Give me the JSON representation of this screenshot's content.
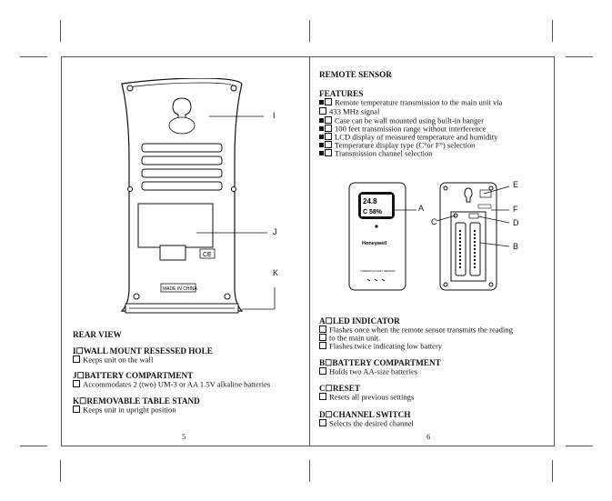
{
  "left_page": {
    "callouts": {
      "i": "I",
      "j": "J",
      "k": "K"
    },
    "ce_mark": "CE",
    "made_in": "MADE IN CHINA",
    "section_title": "REAR VIEW",
    "items": [
      {
        "title": "I☐WALL MOUNT RESESSED HOLE",
        "desc": "Keeps unit on the wall"
      },
      {
        "title": "J☐BATTERY COMPARTMENT",
        "desc": "Accommodates 2 (two) UM-3 or AA 1.5V alkaline batteries"
      },
      {
        "title": "K☐REMOVABLE TABLE STAND",
        "desc": "Keeps unit in upright position"
      }
    ],
    "page_number": "5"
  },
  "right_page": {
    "title": "REMOTE SENSOR",
    "features_title": "FEATURES",
    "features": [
      "Remote temperature transmission to the main unit via",
      "433 MHz signal",
      "Case can be wall mounted using built-in hanger",
      "100 feet transmission range without interference",
      "LCD display of measured temperature and humidity",
      "Temperature display type (C°or  F°) selection",
      "Transmission channel selection"
    ],
    "diagram": {
      "callouts": {
        "a": "A",
        "b": "B",
        "c": "C",
        "d": "D",
        "e": "E",
        "f": "F"
      },
      "brand": "Honeywell",
      "lcd_top": "24.8",
      "lcd_bottom": "C 58%",
      "sensor_caption": "THERMO-HYGRO SENSOR"
    },
    "items": [
      {
        "title": "A☐LED INDICATOR",
        "lines": [
          "Flashes once when the remote sensor transmits the reading",
          "to the main unit.",
          "Flashes twice indicating low battery"
        ]
      },
      {
        "title": "B☐BATTERY COMPARTMENT",
        "lines": [
          "Holds two AA-size batteries"
        ]
      },
      {
        "title": "C☐RESET",
        "lines": [
          "Resets all previous settings"
        ]
      },
      {
        "title": "D☐CHANNEL SWITCH",
        "lines": [
          "Selects the desired channel"
        ]
      }
    ],
    "page_number": "6"
  }
}
